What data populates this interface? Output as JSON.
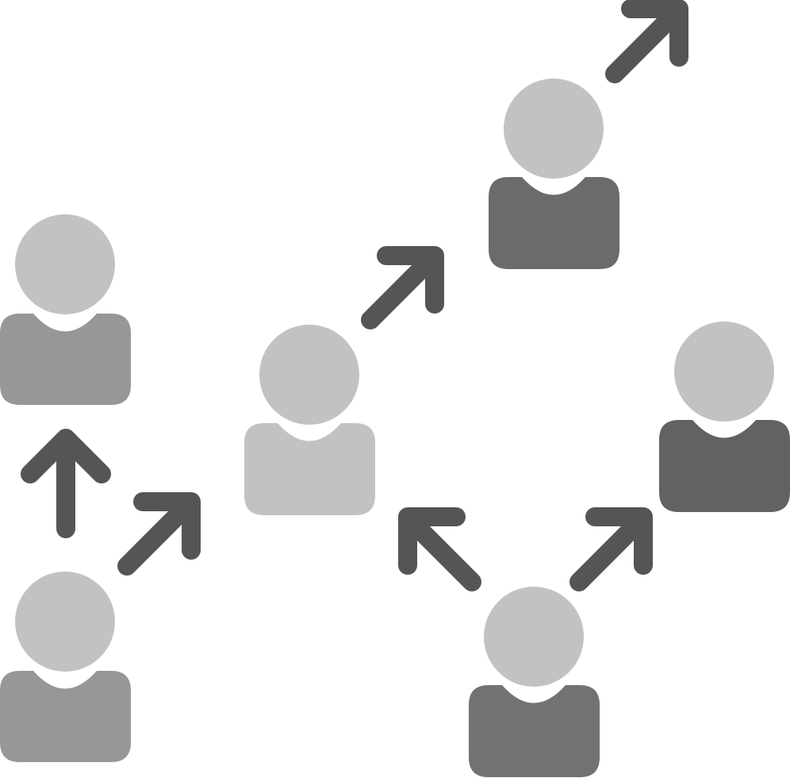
{
  "colors": {
    "background": "#ffffff",
    "head": "#c2c2c2",
    "arrow": "#555555",
    "body_light": "#c2c2c2",
    "body_medium": "#979797",
    "body_dark": "#6b6b6b",
    "body_darker": "#626262"
  },
  "people": [
    {
      "id": "person-left-top",
      "icon": "user-icon",
      "body_color": "#979797"
    },
    {
      "id": "person-left-bottom",
      "icon": "user-icon",
      "body_color": "#979797"
    },
    {
      "id": "person-center",
      "icon": "user-icon",
      "body_color": "#c2c2c2"
    },
    {
      "id": "person-top-right",
      "icon": "user-icon",
      "body_color": "#6b6b6b"
    },
    {
      "id": "person-right",
      "icon": "user-icon",
      "body_color": "#626262"
    },
    {
      "id": "person-bottom-right",
      "icon": "user-icon",
      "body_color": "#727272"
    }
  ],
  "arrows": [
    {
      "id": "arrow-up",
      "icon": "arrow-up-icon"
    },
    {
      "id": "arrow-left-up-right",
      "icon": "arrow-up-right-icon"
    },
    {
      "id": "arrow-center-up-right",
      "icon": "arrow-up-right-icon"
    },
    {
      "id": "arrow-top-up-right",
      "icon": "arrow-up-right-icon"
    },
    {
      "id": "arrow-up-left",
      "icon": "arrow-up-left-icon"
    },
    {
      "id": "arrow-bottom-up-right",
      "icon": "arrow-up-right-icon"
    }
  ]
}
